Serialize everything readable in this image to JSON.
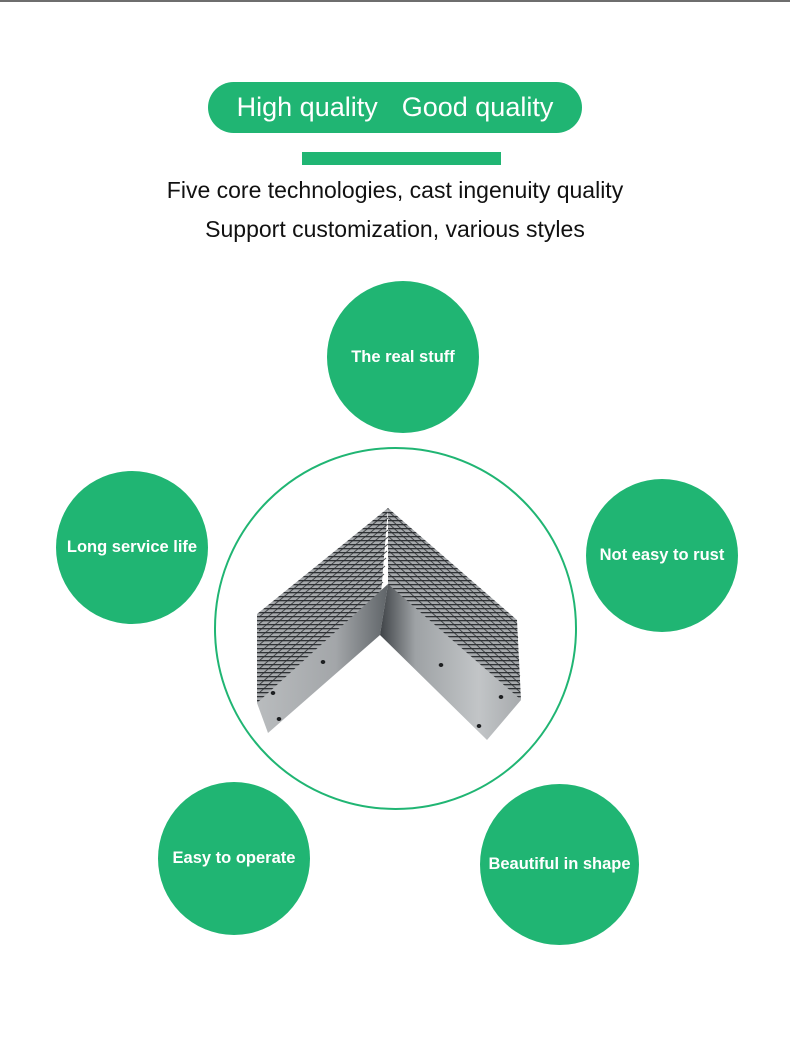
{
  "header": {
    "pill_left": "High quality",
    "pill_right": "Good quality"
  },
  "subtitle": {
    "line1": "Five core technologies, cast ingenuity quality",
    "line2": "Support customization, various styles"
  },
  "features": [
    {
      "label": "The real stuff"
    },
    {
      "label": "Long service life"
    },
    {
      "label": "Not easy to rust"
    },
    {
      "label": "Easy to operate"
    },
    {
      "label": "Beautiful in shape"
    }
  ],
  "product": {
    "icon": "steel-angle-bracket-stack"
  },
  "colors": {
    "accent": "#20b573",
    "text": "#111111",
    "on_accent": "#ffffff"
  }
}
